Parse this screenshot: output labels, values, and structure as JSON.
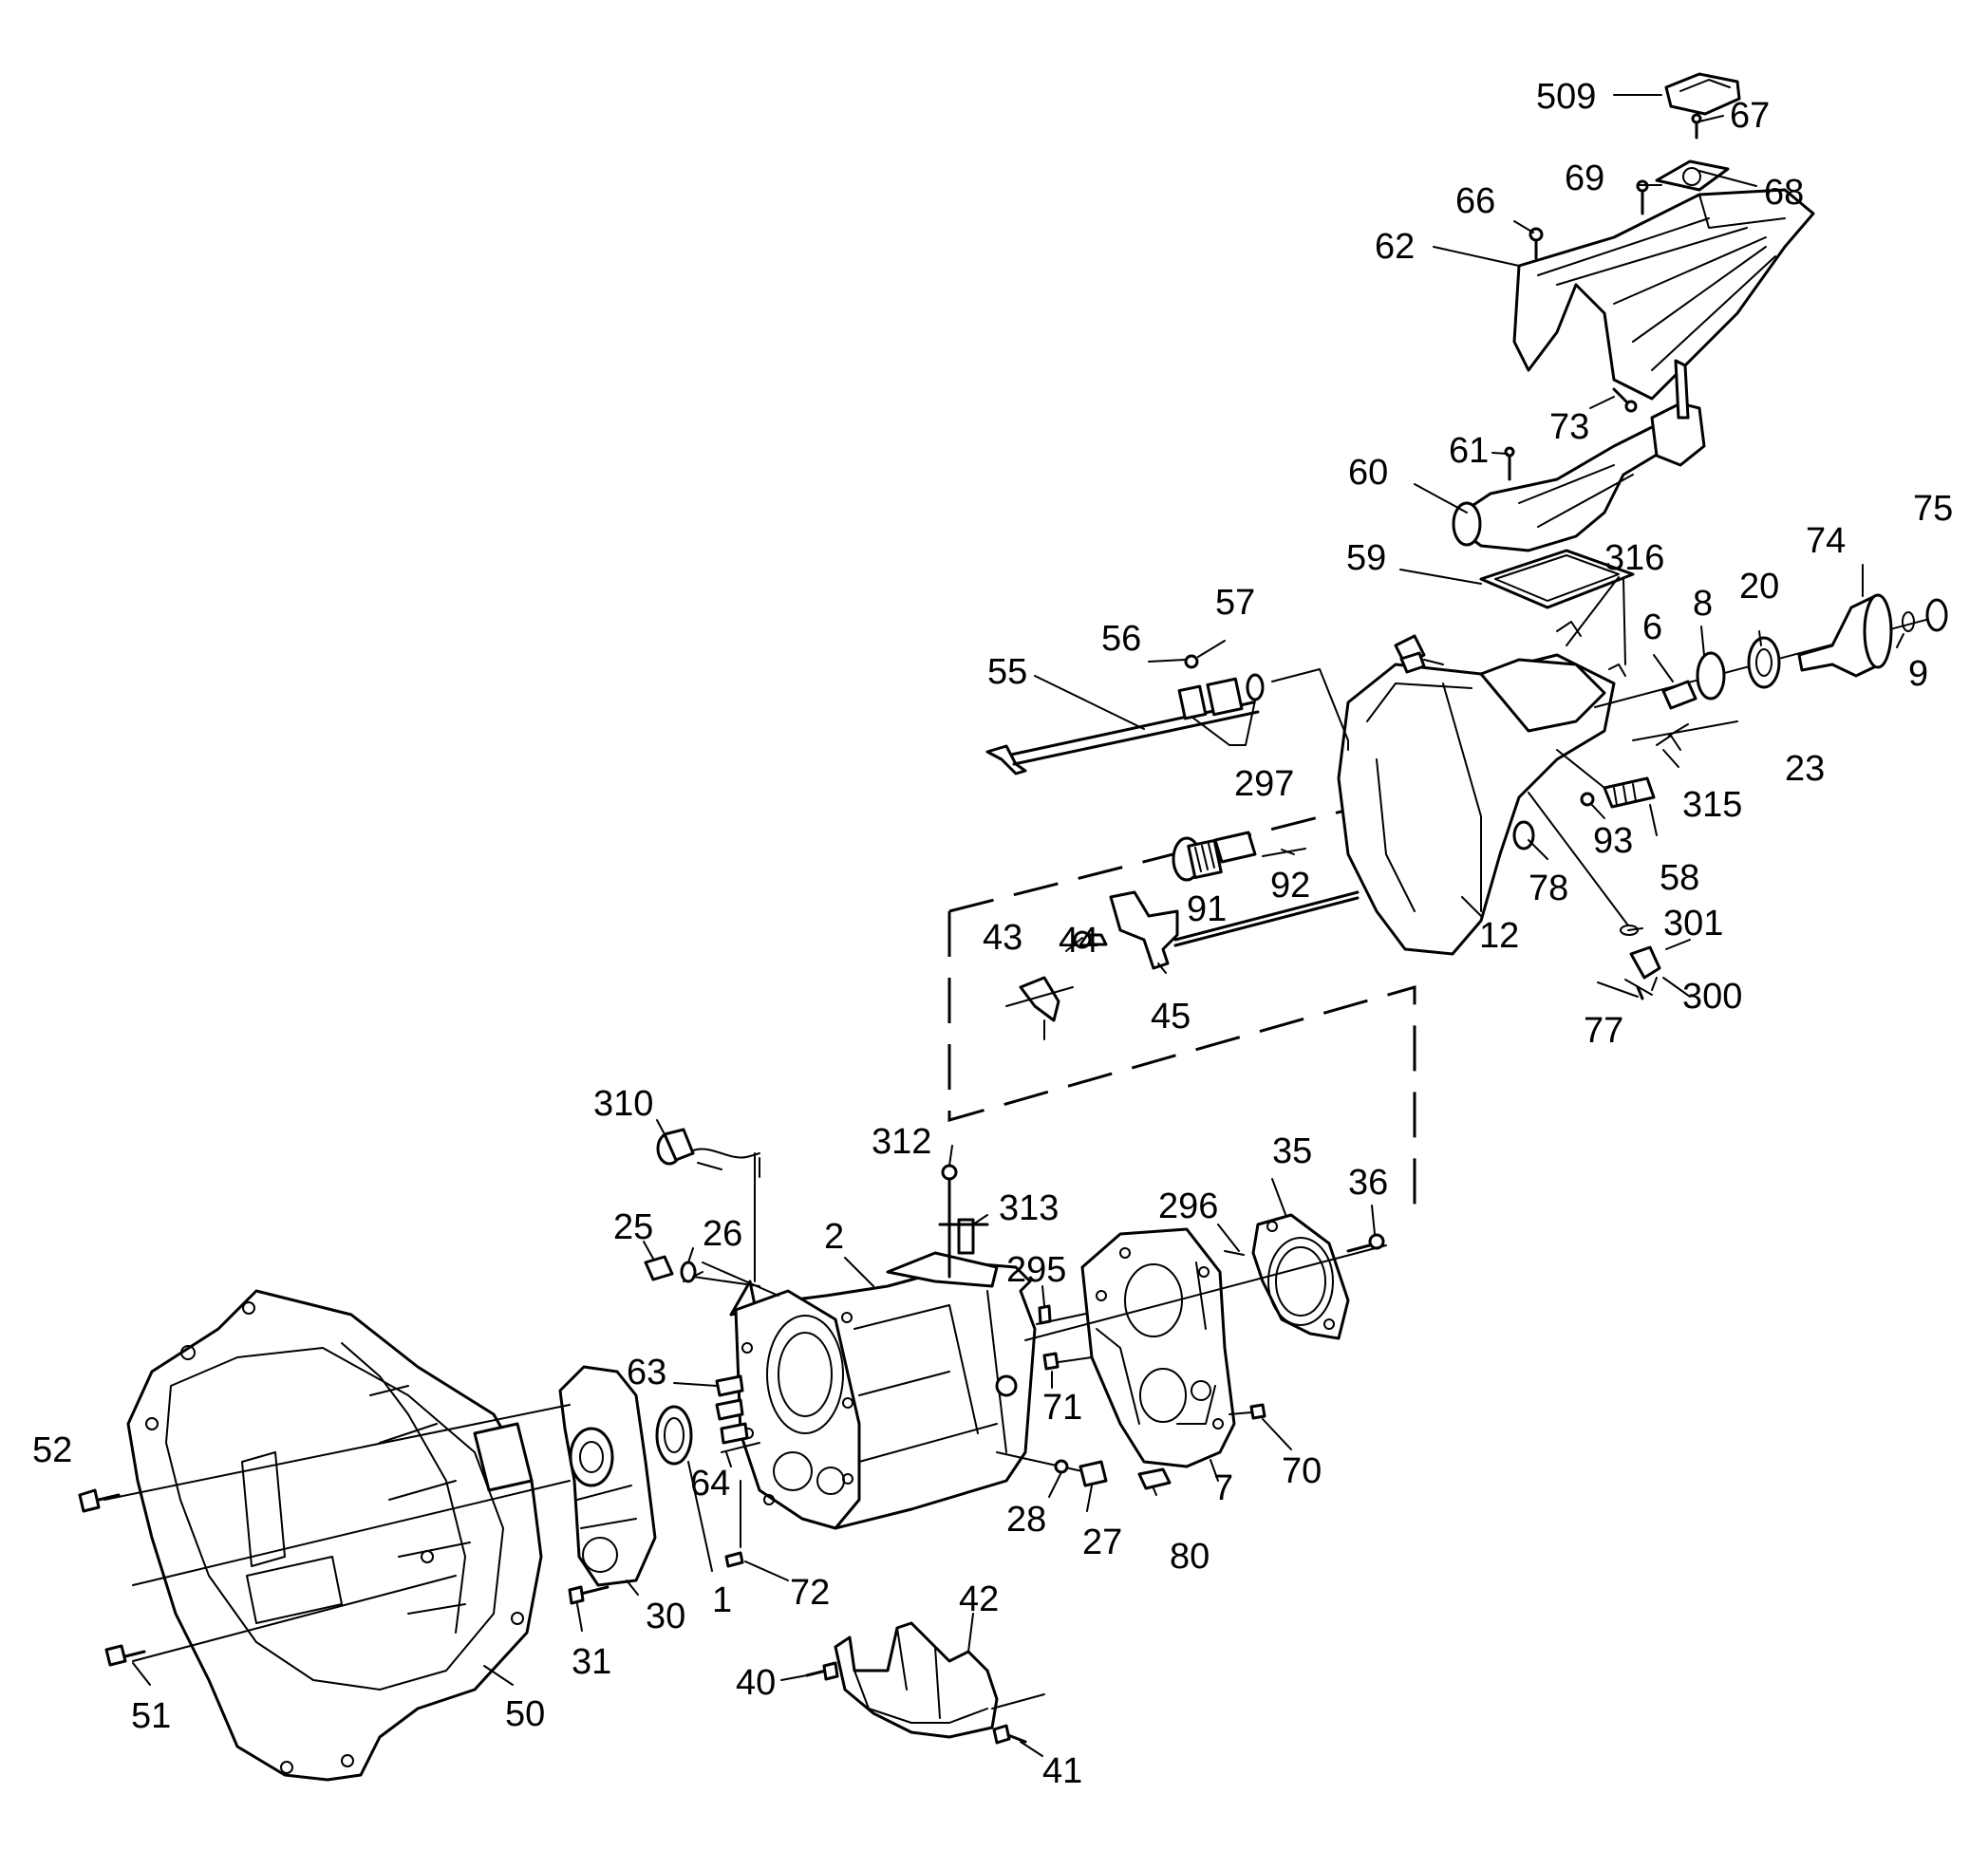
{
  "callouts": [
    {
      "id": "c509",
      "text": "509"
    },
    {
      "id": "c67",
      "text": "67"
    },
    {
      "id": "c68",
      "text": "68"
    },
    {
      "id": "c69",
      "text": "69"
    },
    {
      "id": "c66",
      "text": "66"
    },
    {
      "id": "c62",
      "text": "62"
    },
    {
      "id": "c73",
      "text": "73"
    },
    {
      "id": "c61",
      "text": "61"
    },
    {
      "id": "c60",
      "text": "60"
    },
    {
      "id": "c59",
      "text": "59"
    },
    {
      "id": "c316",
      "text": "316"
    },
    {
      "id": "c74",
      "text": "74"
    },
    {
      "id": "c75",
      "text": "75"
    },
    {
      "id": "c20",
      "text": "20"
    },
    {
      "id": "c8",
      "text": "8"
    },
    {
      "id": "c6",
      "text": "6"
    },
    {
      "id": "c9",
      "text": "9"
    },
    {
      "id": "c57",
      "text": "57"
    },
    {
      "id": "c56",
      "text": "56"
    },
    {
      "id": "c55",
      "text": "55"
    },
    {
      "id": "c297",
      "text": "297"
    },
    {
      "id": "c23",
      "text": "23"
    },
    {
      "id": "c315",
      "text": "315"
    },
    {
      "id": "c93",
      "text": "93"
    },
    {
      "id": "c58",
      "text": "58"
    },
    {
      "id": "c92",
      "text": "92"
    },
    {
      "id": "c91",
      "text": "91"
    },
    {
      "id": "c78",
      "text": "78"
    },
    {
      "id": "c12",
      "text": "12"
    },
    {
      "id": "c301",
      "text": "301"
    },
    {
      "id": "c44",
      "text": "44"
    },
    {
      "id": "c43",
      "text": "43"
    },
    {
      "id": "c45",
      "text": "45"
    },
    {
      "id": "c300",
      "text": "300"
    },
    {
      "id": "c77",
      "text": "77"
    },
    {
      "id": "c310",
      "text": "310"
    },
    {
      "id": "c312",
      "text": "312"
    },
    {
      "id": "c313",
      "text": "313"
    },
    {
      "id": "c35",
      "text": "35"
    },
    {
      "id": "c36",
      "text": "36"
    },
    {
      "id": "c296",
      "text": "296"
    },
    {
      "id": "c25",
      "text": "25"
    },
    {
      "id": "c26",
      "text": "26"
    },
    {
      "id": "c2",
      "text": "2"
    },
    {
      "id": "c295",
      "text": "295"
    },
    {
      "id": "c63",
      "text": "63"
    },
    {
      "id": "c71",
      "text": "71"
    },
    {
      "id": "c52",
      "text": "52"
    },
    {
      "id": "c64",
      "text": "64"
    },
    {
      "id": "c70",
      "text": "70"
    },
    {
      "id": "c7",
      "text": "7"
    },
    {
      "id": "c28",
      "text": "28"
    },
    {
      "id": "c27",
      "text": "27"
    },
    {
      "id": "c80",
      "text": "80"
    },
    {
      "id": "c1",
      "text": "1"
    },
    {
      "id": "c30",
      "text": "30"
    },
    {
      "id": "c72",
      "text": "72"
    },
    {
      "id": "c42",
      "text": "42"
    },
    {
      "id": "c31",
      "text": "31"
    },
    {
      "id": "c51",
      "text": "51"
    },
    {
      "id": "c50",
      "text": "50"
    },
    {
      "id": "c40",
      "text": "40"
    },
    {
      "id": "c41",
      "text": "41"
    }
  ]
}
